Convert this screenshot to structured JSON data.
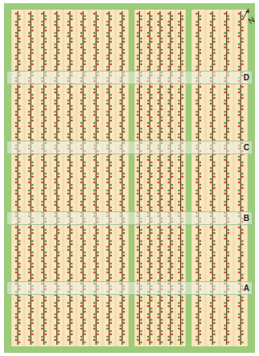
{
  "diagram": {
    "nodes": [
      {
        "text": [
          "D"
        ]
      },
      {
        "text": [
          "C"
        ]
      },
      {
        "text": [
          "B"
        ]
      },
      {
        "text": [
          "A"
        ]
      }
    ],
    "labels": [
      "N"
    ]
  }
}
